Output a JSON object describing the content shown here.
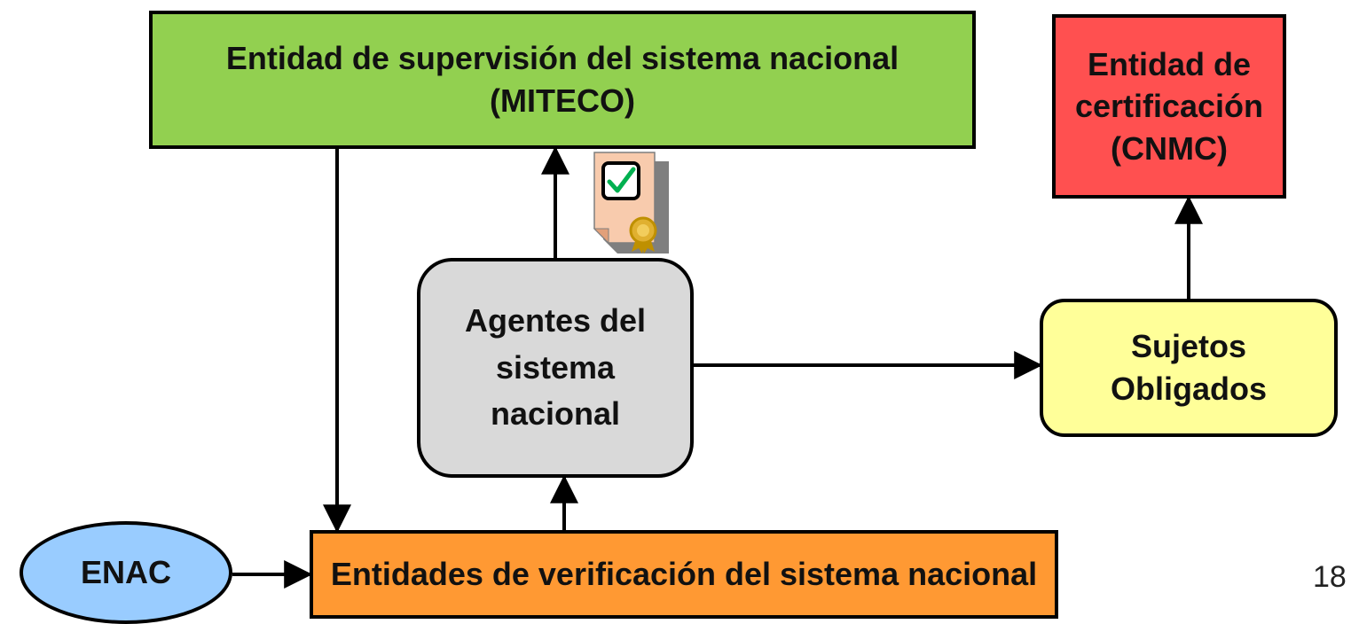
{
  "nodes": {
    "supervision": {
      "label": "Entidad de supervisión del sistema nacional\n(MITECO)",
      "color": "#92D050"
    },
    "certificacion": {
      "label": "Entidad de\ncertificación\n(CNMC)",
      "color": "#FF5050"
    },
    "agentes": {
      "label": "Agentes del\nsistema\nnacional",
      "color": "#D9D9D9"
    },
    "sujetos": {
      "label": "Sujetos\nObligados",
      "color": "#FFFF99"
    },
    "verificacion": {
      "label": "Entidades de verificación del sistema nacional",
      "color": "#FF9933"
    },
    "enac": {
      "label": "ENAC",
      "color": "#99CCFF"
    }
  },
  "edges": [
    {
      "from": "supervision",
      "to": "verificacion"
    },
    {
      "from": "agentes",
      "to": "supervision"
    },
    {
      "from": "verificacion",
      "to": "agentes"
    },
    {
      "from": "agentes",
      "to": "sujetos"
    },
    {
      "from": "sujetos",
      "to": "certificacion"
    },
    {
      "from": "enac",
      "to": "verificacion"
    }
  ],
  "icons": {
    "certificate": "certificate-icon"
  },
  "page_number": "18"
}
